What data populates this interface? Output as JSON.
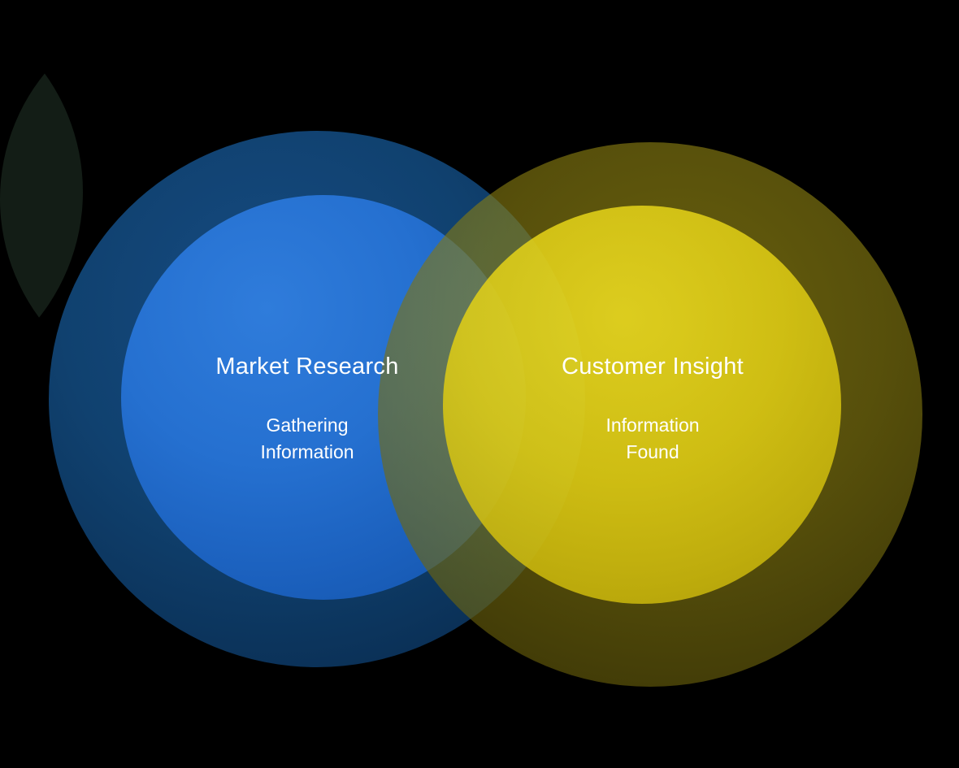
{
  "background_color": "#000000",
  "text_color": "#ffffff",
  "diagram": {
    "type": "venn",
    "sets": [
      {
        "title": "Market Research",
        "subtitle_line1": "Gathering",
        "subtitle_line2": "Information",
        "fill_color": "#1f66c6",
        "ring_color": "#0d3a66"
      },
      {
        "title": "Customer Insight",
        "subtitle_line1": "Information",
        "subtitle_line2": "Found",
        "fill_color": "#d2bf10",
        "ring_color": "#5f5909"
      }
    ],
    "intersection_color": "#77802c"
  }
}
